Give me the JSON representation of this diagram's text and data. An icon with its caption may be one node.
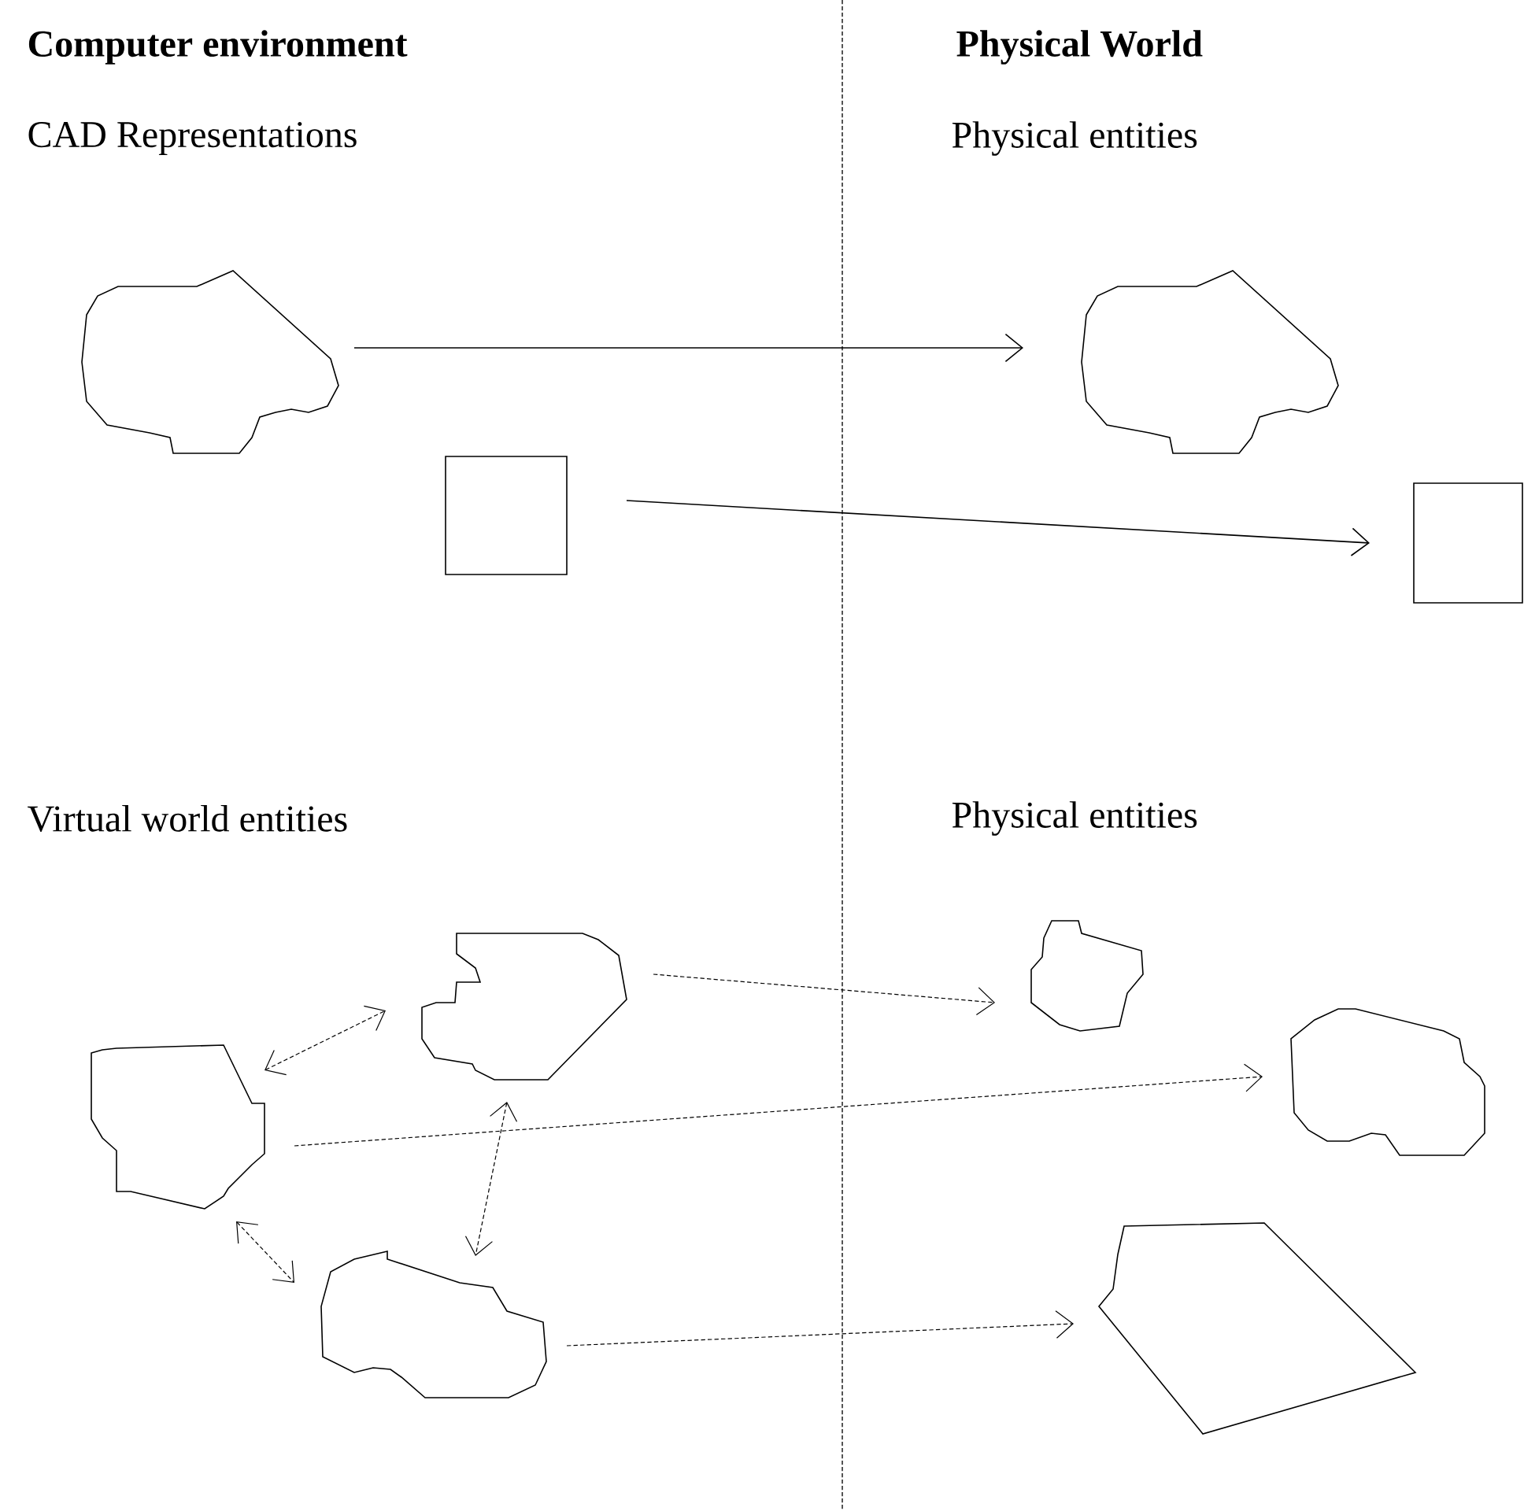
{
  "diagram": {
    "nodes": [
      {
        "text": [],
        "shape": "polygon"
      },
      {
        "text": [],
        "shape": "box"
      },
      {
        "text": [],
        "shape": "polygon"
      },
      {
        "text": [],
        "shape": "box"
      },
      {
        "text": [],
        "shape": "polygon"
      },
      {
        "text": [],
        "shape": "polygon"
      },
      {
        "text": [],
        "shape": "polygon"
      },
      {
        "text": [],
        "shape": "polygon"
      },
      {
        "text": [],
        "shape": "polygon"
      },
      {
        "text": [],
        "shape": "polygon"
      }
    ],
    "edges": [
      {
        "from": 0,
        "to": 2,
        "arrow": "to"
      },
      {
        "from": 1,
        "to": 3,
        "arrow": "to"
      },
      {
        "from": 5,
        "to": 7,
        "arrow": "to",
        "style": "dashed"
      },
      {
        "from": 4,
        "to": 8,
        "arrow": "to",
        "style": "dashed"
      },
      {
        "from": 6,
        "to": 9,
        "arrow": "to",
        "style": "dashed"
      },
      {
        "from": 4,
        "to": 5,
        "arrow": "both",
        "style": "dashed"
      },
      {
        "from": 5,
        "to": 6,
        "arrow": "both",
        "style": "dashed"
      },
      {
        "from": 4,
        "to": 6,
        "arrow": "both",
        "style": "dashed"
      }
    ],
    "labels": [
      "Computer environment",
      "Physical World",
      "CAD Representations",
      "Physical entities",
      "Virtual world entities",
      "Physical entities"
    ]
  }
}
